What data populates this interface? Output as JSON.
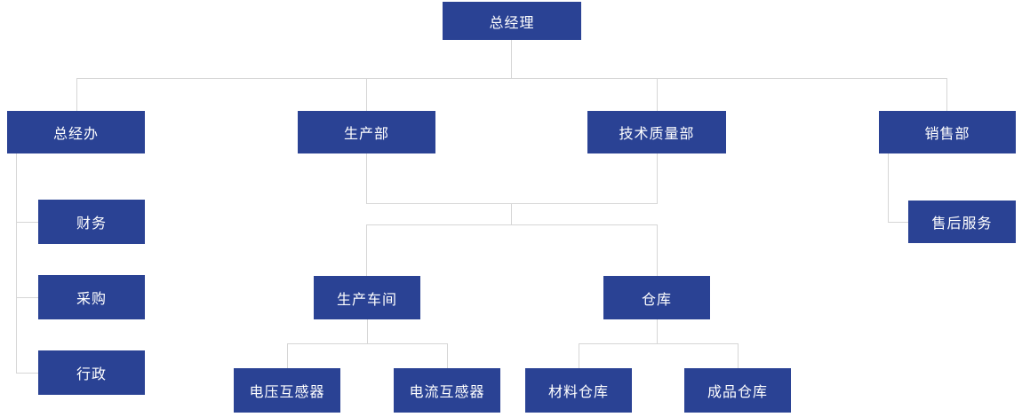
{
  "org": {
    "type": "org-chart",
    "colors": {
      "node_background": "#2a4294",
      "node_text": "#ffffff",
      "connector": "#d6d6d6",
      "page_background": "#ffffff"
    },
    "nodes": [
      {
        "id": "general-manager",
        "label": "总经理",
        "level": 0,
        "parent": null
      },
      {
        "id": "gm-office",
        "label": "总经办",
        "level": 1,
        "parent": "general-manager"
      },
      {
        "id": "production-dept",
        "label": "生产部",
        "level": 1,
        "parent": "general-manager"
      },
      {
        "id": "tech-quality-dept",
        "label": "技术质量部",
        "level": 1,
        "parent": "general-manager"
      },
      {
        "id": "sales-dept",
        "label": "销售部",
        "level": 1,
        "parent": "general-manager"
      },
      {
        "id": "finance",
        "label": "财务",
        "level": 2,
        "parent": "gm-office"
      },
      {
        "id": "procurement",
        "label": "采购",
        "level": 2,
        "parent": "gm-office"
      },
      {
        "id": "admin",
        "label": "行政",
        "level": 2,
        "parent": "gm-office"
      },
      {
        "id": "after-sales-service",
        "label": "售后服务",
        "level": 2,
        "parent": "sales-dept"
      },
      {
        "id": "production-workshop",
        "label": "生产车间",
        "level": 2,
        "parent": [
          "production-dept",
          "tech-quality-dept"
        ]
      },
      {
        "id": "warehouse",
        "label": "仓库",
        "level": 2,
        "parent": [
          "production-dept",
          "tech-quality-dept"
        ]
      },
      {
        "id": "voltage-transformer",
        "label": "电压互感器",
        "level": 3,
        "parent": "production-workshop"
      },
      {
        "id": "current-transformer",
        "label": "电流互感器",
        "level": 3,
        "parent": "production-workshop"
      },
      {
        "id": "material-warehouse",
        "label": "材料仓库",
        "level": 3,
        "parent": "warehouse"
      },
      {
        "id": "finished-goods-warehouse",
        "label": "成品仓库",
        "level": 3,
        "parent": "warehouse"
      }
    ]
  }
}
